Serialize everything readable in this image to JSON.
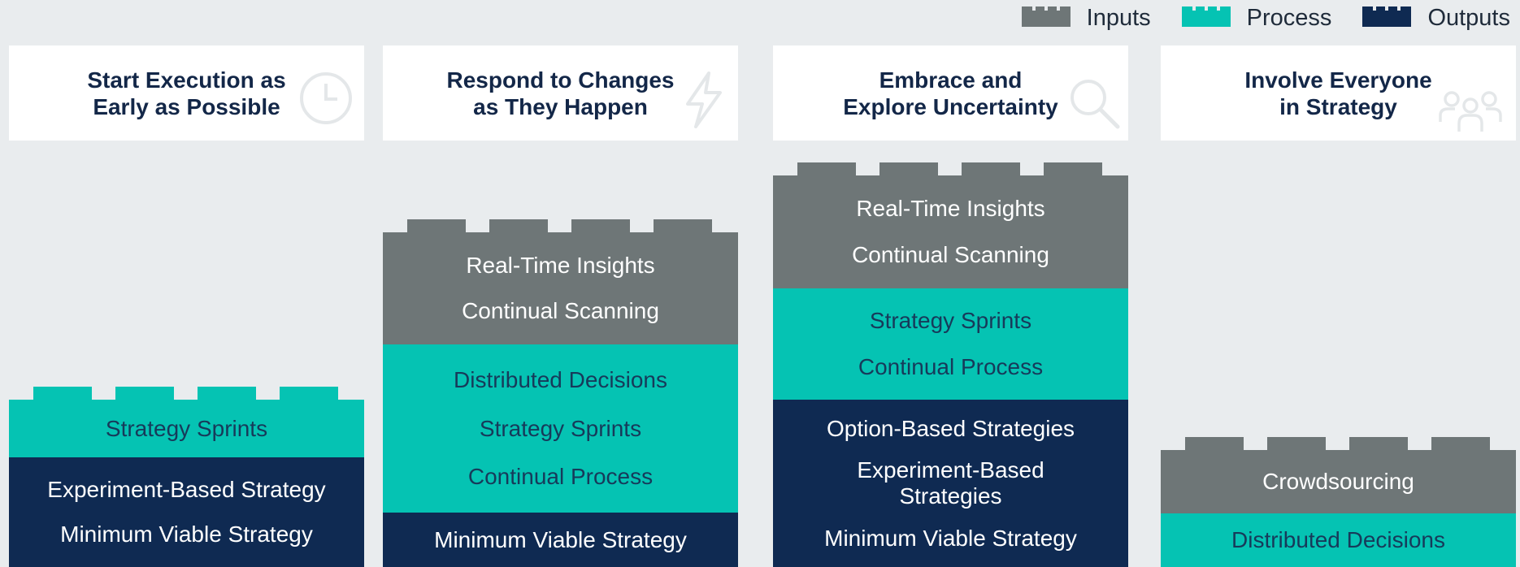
{
  "legend": [
    {
      "label": "Inputs",
      "color": "#6e7677"
    },
    {
      "label": "Process",
      "color": "#05c3b3"
    },
    {
      "label": "Outputs",
      "color": "#0f2a52"
    }
  ],
  "columns": [
    {
      "title": "Start Execution as\nEarly as Possible",
      "icon": "clock-icon",
      "inputs": [],
      "process": [
        "Strategy Sprints"
      ],
      "outputs": [
        "Experiment-Based Strategy",
        "Minimum Viable Strategy"
      ]
    },
    {
      "title": "Respond to Changes\nas They Happen",
      "icon": "lightning-icon",
      "inputs": [
        "Real-Time Insights",
        "Continual Scanning"
      ],
      "process": [
        "Distributed Decisions",
        "Strategy Sprints",
        "Continual Process"
      ],
      "outputs": [
        "Minimum Viable Strategy"
      ]
    },
    {
      "title": "Embrace and\nExplore Uncertainty",
      "icon": "magnifier-icon",
      "inputs": [
        "Real-Time Insights",
        "Continual Scanning"
      ],
      "process": [
        "Strategy Sprints",
        "Continual Process"
      ],
      "outputs": [
        "Option-Based Strategies",
        "Experiment-Based\nStrategies",
        "Minimum Viable Strategy"
      ]
    },
    {
      "title": "Involve Everyone\nin Strategy",
      "icon": "people-icon",
      "inputs": [
        "Crowdsourcing"
      ],
      "process": [
        "Distributed Decisions"
      ],
      "outputs": []
    }
  ]
}
